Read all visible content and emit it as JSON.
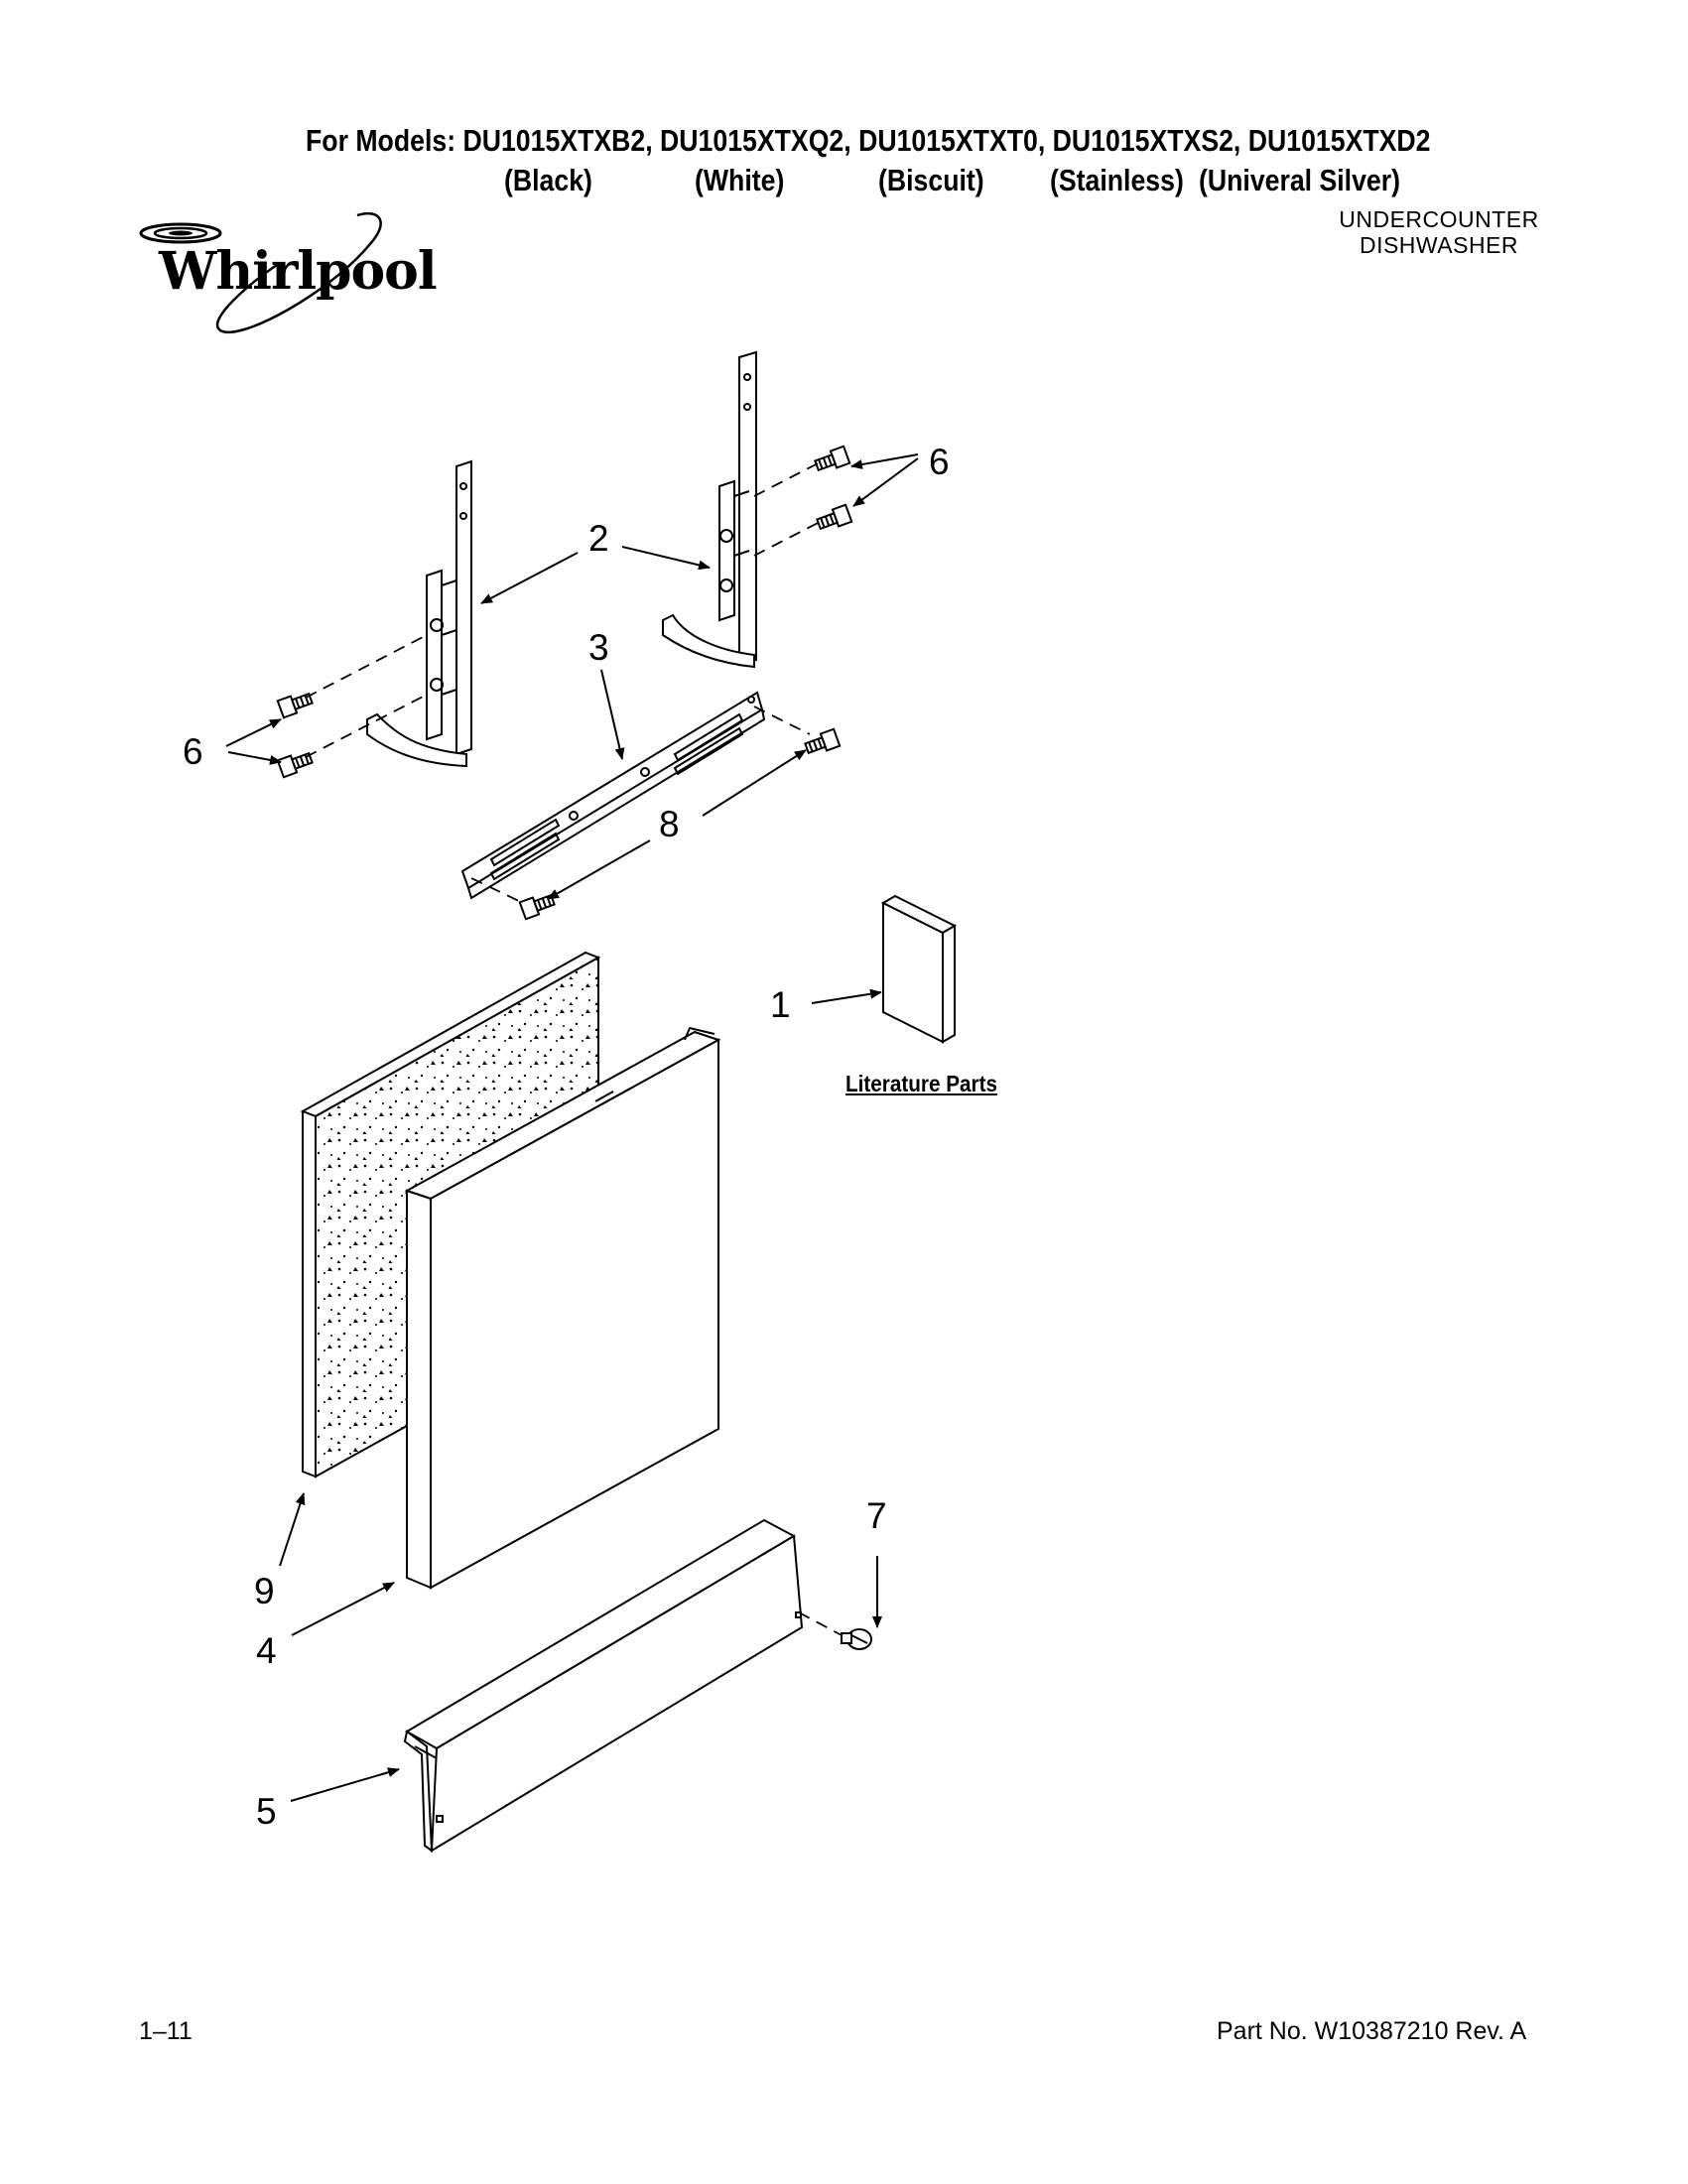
{
  "header": {
    "models_line": "For Models: DU1015XTXB2, DU1015XTXQ2, DU1015XTXT0, DU1015XTXS2, DU1015XTXD2",
    "colors": [
      "(Black)",
      "(White)",
      "(Biscuit)",
      "(Stainless)",
      "(Univeral Silver)"
    ]
  },
  "brand": {
    "name": "Whirlpool"
  },
  "product": {
    "line1": "UNDERCOUNTER",
    "line2": "DISHWASHER"
  },
  "callouts": {
    "c1": "1",
    "c2": "2",
    "c3": "3",
    "c4": "4",
    "c5": "5",
    "c6a": "6",
    "c6b": "6",
    "c7": "7",
    "c8": "8",
    "c9": "9"
  },
  "literature_label": "Literature Parts",
  "footer": {
    "page": "1–11",
    "part_no": "Part No. W10387210 Rev. A"
  }
}
